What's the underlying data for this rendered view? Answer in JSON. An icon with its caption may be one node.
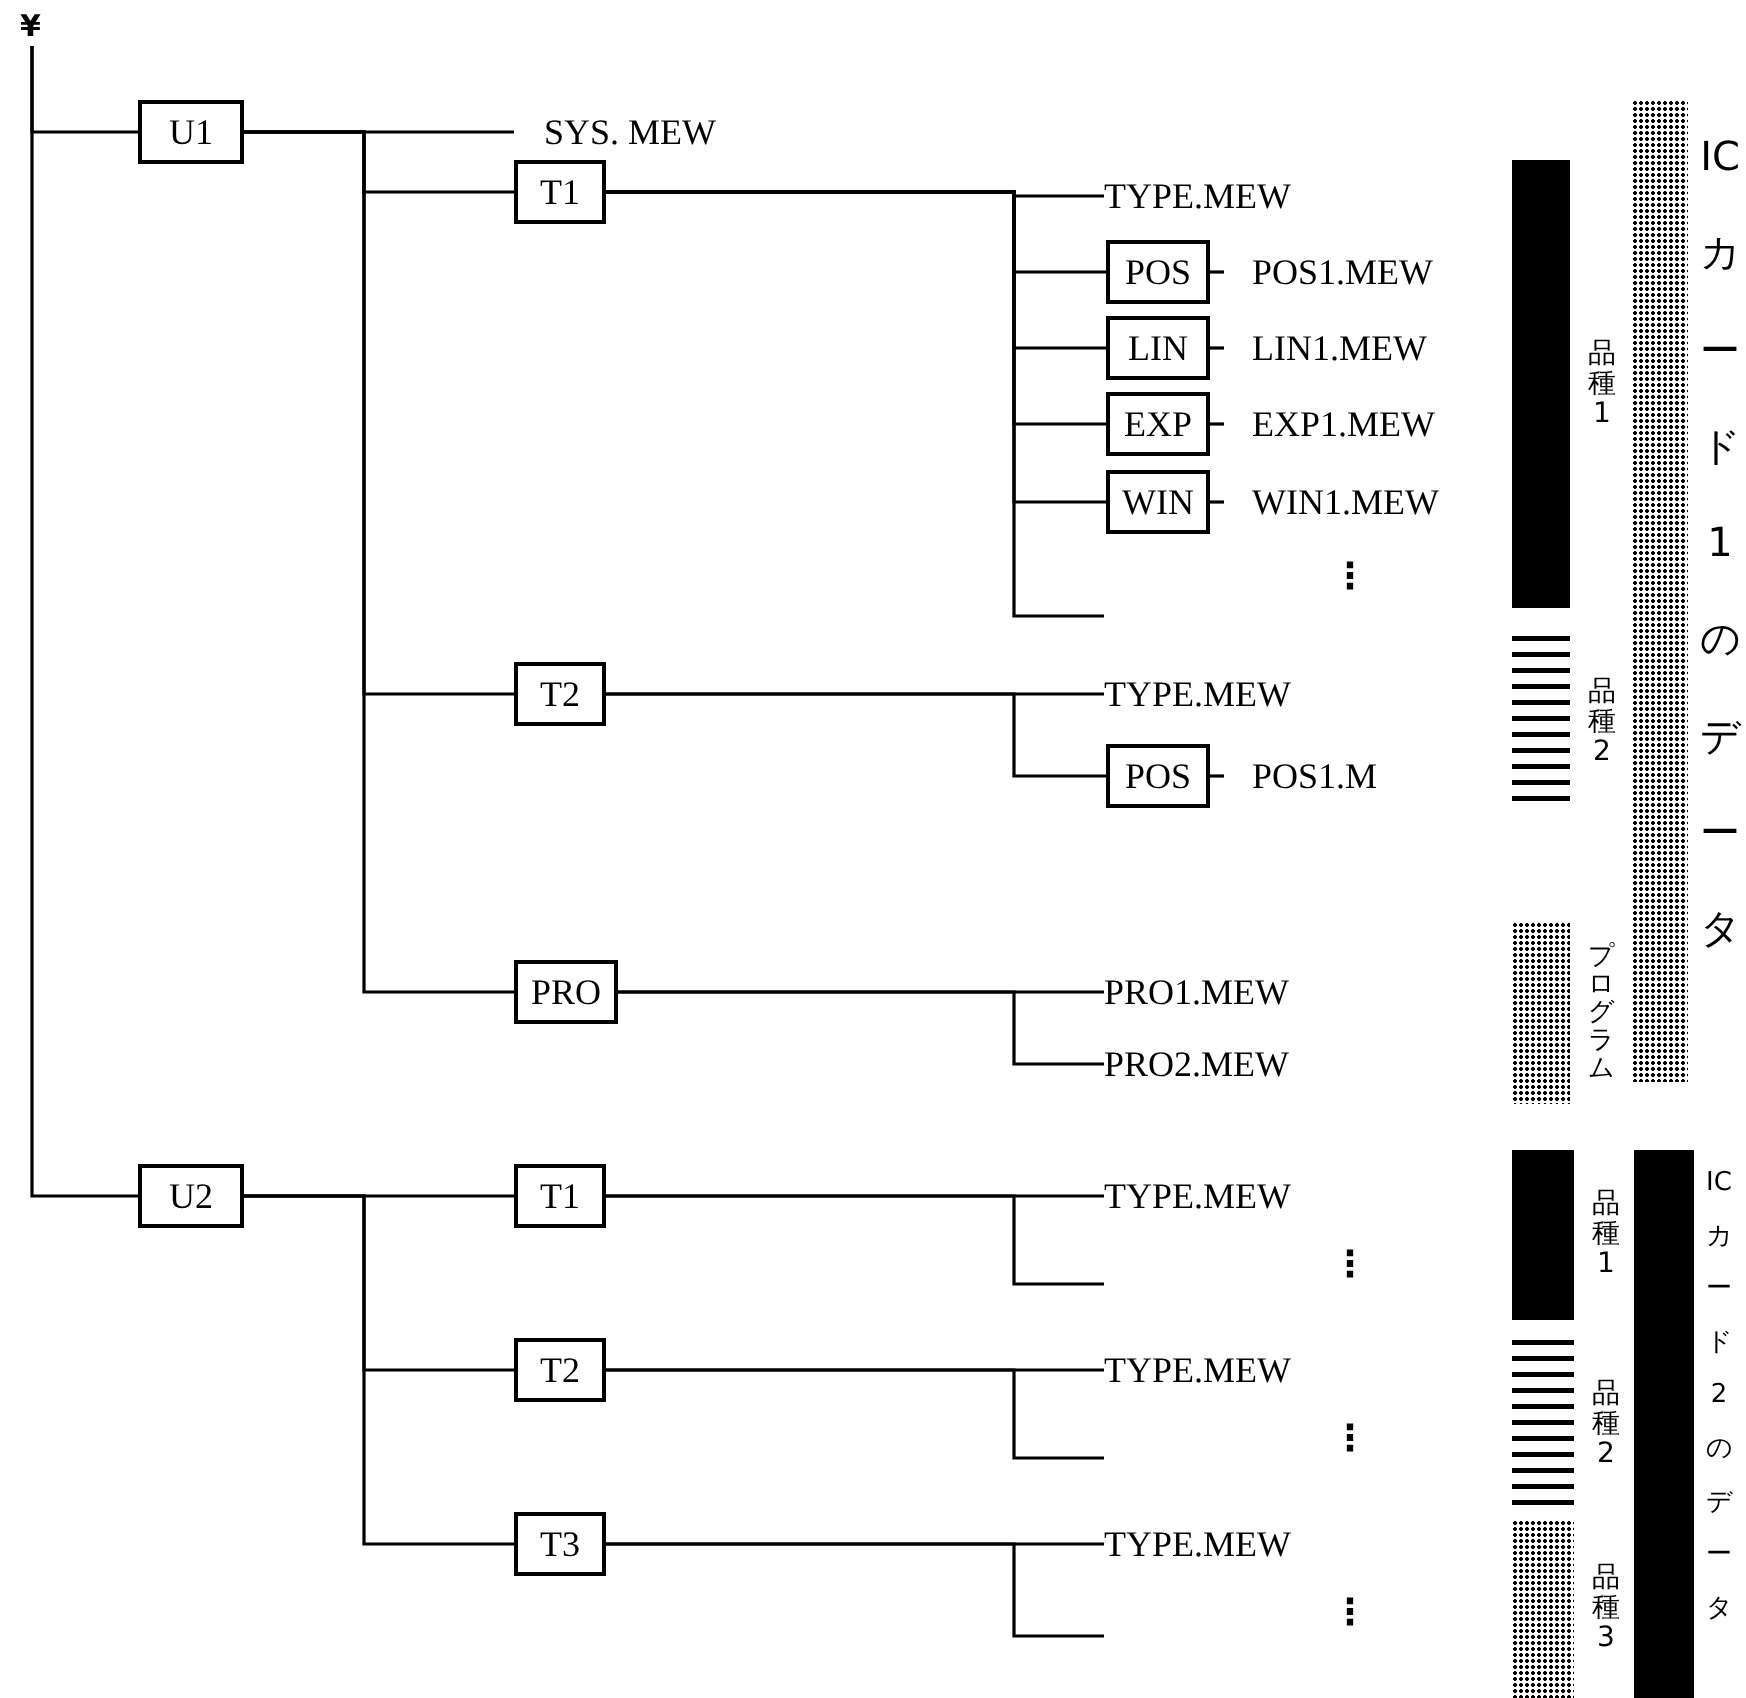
{
  "diagram": {
    "nodes": [
      {
        "text": [
          "¥"
        ]
      },
      {
        "text": [
          "U1"
        ]
      },
      {
        "text": [
          "SYS. MEW"
        ]
      },
      {
        "text": [
          "T1"
        ]
      },
      {
        "text": [
          "TYPE.MEW"
        ]
      },
      {
        "text": [
          "POS"
        ]
      },
      {
        "text": [
          "POS1.MEW"
        ]
      },
      {
        "text": [
          "LIN"
        ]
      },
      {
        "text": [
          "LIN1.MEW"
        ]
      },
      {
        "text": [
          "EXP"
        ]
      },
      {
        "text": [
          "EXP1.MEW"
        ]
      },
      {
        "text": [
          "WIN"
        ]
      },
      {
        "text": [
          "WIN1.MEW"
        ]
      },
      {
        "text": [
          "T2"
        ]
      },
      {
        "text": [
          "TYPE.MEW"
        ]
      },
      {
        "text": [
          "POS"
        ]
      },
      {
        "text": [
          "POS1.M"
        ]
      },
      {
        "text": [
          "PRO"
        ]
      },
      {
        "text": [
          "PRO1.MEW"
        ]
      },
      {
        "text": [
          "PRO2.MEW"
        ]
      },
      {
        "text": [
          "U2"
        ]
      },
      {
        "text": [
          "T1"
        ]
      },
      {
        "text": [
          "TYPE.MEW"
        ]
      },
      {
        "text": [
          "T2"
        ]
      },
      {
        "text": [
          "TYPE.MEW"
        ]
      },
      {
        "text": [
          "T3"
        ]
      },
      {
        "text": [
          "TYPE.MEW"
        ]
      },
      {
        "text": [
          "品種1"
        ]
      },
      {
        "text": [
          "品種2"
        ]
      },
      {
        "text": [
          "プログラム"
        ]
      },
      {
        "text": [
          "ICカード1のデータ"
        ]
      },
      {
        "text": [
          "品種1"
        ]
      },
      {
        "text": [
          "品種2"
        ]
      },
      {
        "text": [
          "品種3"
        ]
      },
      {
        "text": [
          "ICカード2のデータ"
        ]
      }
    ],
    "edges": [
      {
        "from": 0,
        "to": 1,
        "arrow": "none"
      },
      {
        "from": 1,
        "to": 2,
        "arrow": "none"
      },
      {
        "from": 1,
        "to": 3,
        "arrow": "none"
      },
      {
        "from": 3,
        "to": 4,
        "arrow": "none"
      },
      {
        "from": 3,
        "to": 5,
        "arrow": "none"
      },
      {
        "from": 5,
        "to": 6,
        "arrow": "none"
      },
      {
        "from": 3,
        "to": 7,
        "arrow": "none"
      },
      {
        "from": 7,
        "to": 8,
        "arrow": "none"
      },
      {
        "from": 3,
        "to": 9,
        "arrow": "none"
      },
      {
        "from": 9,
        "to": 10,
        "arrow": "none"
      },
      {
        "from": 3,
        "to": 11,
        "arrow": "none"
      },
      {
        "from": 11,
        "to": 12,
        "arrow": "none"
      },
      {
        "from": 3,
        "to": null,
        "arrow": "none"
      },
      {
        "from": 1,
        "to": 13,
        "arrow": "none"
      },
      {
        "from": 13,
        "to": 14,
        "arrow": "none"
      },
      {
        "from": 13,
        "to": 15,
        "arrow": "none"
      },
      {
        "from": 15,
        "to": 16,
        "arrow": "none"
      },
      {
        "from": 1,
        "to": 17,
        "arrow": "none"
      },
      {
        "from": 17,
        "to": 18,
        "arrow": "none"
      },
      {
        "from": 17,
        "to": 19,
        "arrow": "none"
      },
      {
        "from": 0,
        "to": 20,
        "arrow": "none"
      },
      {
        "from": 20,
        "to": 21,
        "arrow": "none"
      },
      {
        "from": 21,
        "to": 22,
        "arrow": "none"
      },
      {
        "from": 21,
        "to": null,
        "arrow": "none"
      },
      {
        "from": 20,
        "to": 23,
        "arrow": "none"
      },
      {
        "from": 23,
        "to": 24,
        "arrow": "none"
      },
      {
        "from": 23,
        "to": null,
        "arrow": "none"
      },
      {
        "from": 20,
        "to": 25,
        "arrow": "none"
      },
      {
        "from": 25,
        "to": 26,
        "arrow": "none"
      },
      {
        "from": 25,
        "to": null,
        "arrow": "none"
      }
    ],
    "labels": [
      "⋮",
      "⋮",
      "⋮",
      "⋮"
    ]
  }
}
